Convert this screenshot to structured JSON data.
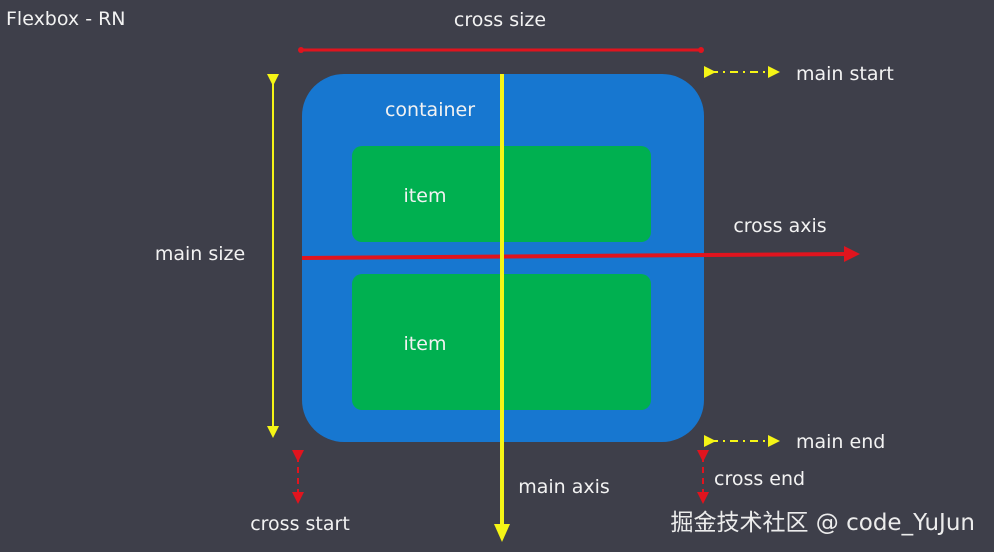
{
  "title": "Flexbox - RN",
  "labels": {
    "cross_size": "cross size",
    "main_size": "main size",
    "container": "container",
    "item1": "item",
    "item2": "item",
    "cross_axis": "cross axis",
    "main_axis": "main axis",
    "main_start": "main start",
    "main_end": "main end",
    "cross_start": "cross start",
    "cross_end": "cross end"
  },
  "watermark": "掘金技术社区 @ code_YuJun",
  "colors": {
    "background": "#3e3f4a",
    "container": "#1777d0",
    "item": "#00b050",
    "main_axis": "#f5f516",
    "cross_axis": "#e0141e",
    "text": "#f2f2f2"
  }
}
